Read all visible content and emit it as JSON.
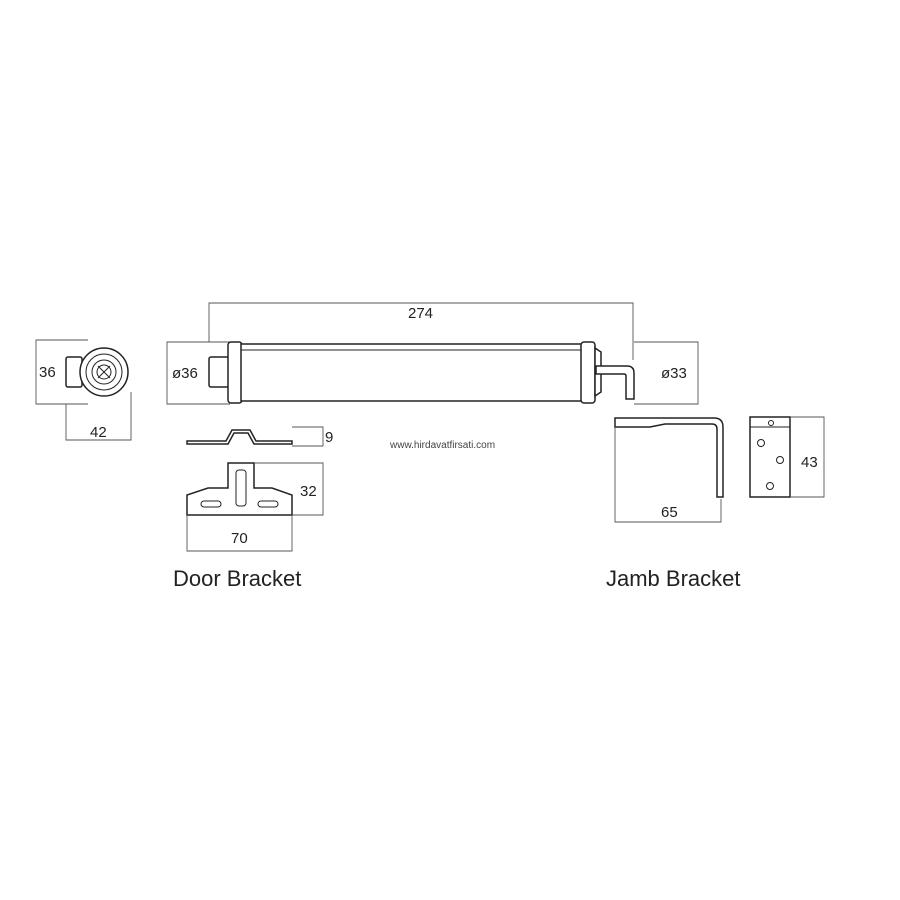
{
  "watermark": "www.hirdavatfirsati.com",
  "dimensions": {
    "end_height": "36",
    "end_width": "42",
    "body_length": "274",
    "body_diameter": "ø36",
    "arm_diameter": "ø33",
    "door_bracket_thickness": "9",
    "door_bracket_height": "32",
    "door_bracket_width": "70",
    "jamb_bracket_width": "65",
    "jamb_bracket_height": "43"
  },
  "labels": {
    "door_bracket": "Door Bracket",
    "jamb_bracket": "Jamb Bracket"
  }
}
